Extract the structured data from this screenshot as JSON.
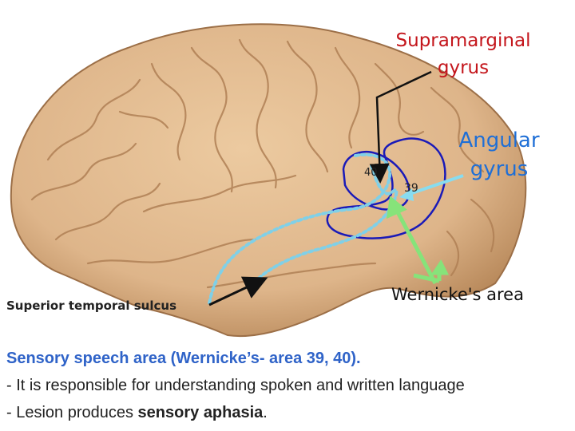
{
  "labels": {
    "supramarginal": "Supramarginal\ngyrus",
    "angular": "Angular\ngyrus",
    "area40": "40",
    "area39": "39",
    "wernicke": "Wernicke's area",
    "superior_temporal_sulcus": "Superior temporal sulcus"
  },
  "caption": {
    "line1": "Sensory speech area (Wernicke’s- area 39, 40).",
    "line2": "- It is responsible for understanding spoken and written language",
    "line3_prefix": "- Lesion produces ",
    "line3_bold": "sensory aphasia",
    "line3_suffix": "."
  },
  "colors": {
    "supramarginal_label": "#c4161c",
    "angular_label": "#1f6fd6",
    "area40_outline": "#1a1ab8",
    "area39_outline": "#1a1ab8",
    "dotted_boundary": "#7fd0e8",
    "wernicke_arrow": "#86e37a",
    "angular_arrow": "#88dcef",
    "caption_heading": "#2f63c8",
    "brain_fill": "#deb58a"
  }
}
